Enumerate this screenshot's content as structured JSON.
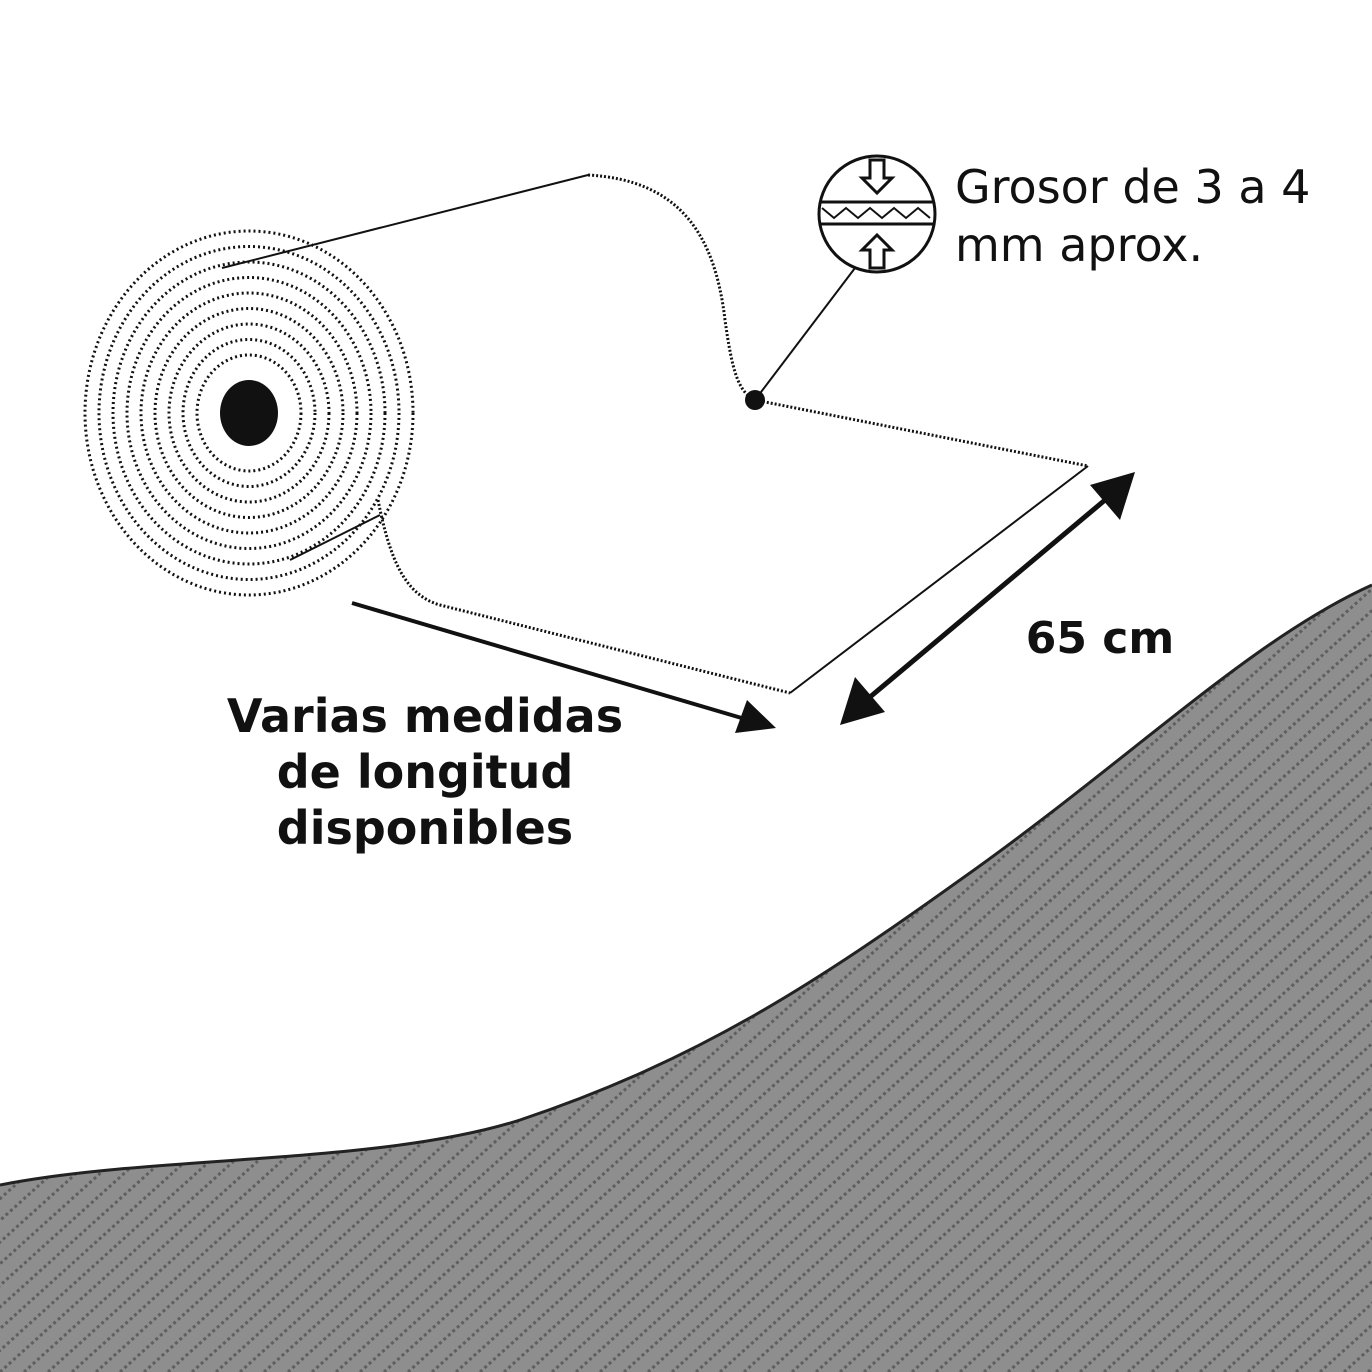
{
  "labels": {
    "thickness_line1": "Grosor de 3 a 4",
    "thickness_line2": "mm aprox.",
    "width": "65 cm",
    "length_line1": "Varias medidas",
    "length_line2": "de longitud",
    "length_line3": "disponibles"
  },
  "colors": {
    "background": "#ffffff",
    "ink": "#111111",
    "mat_gray": "#8e8e8e",
    "mat_groove": "#5f5f5f"
  },
  "icons": [
    "mat-roll-illustration",
    "thickness-detail-icon",
    "double-arrow-icon",
    "arrow-icon",
    "ribbed-mat-texture"
  ]
}
